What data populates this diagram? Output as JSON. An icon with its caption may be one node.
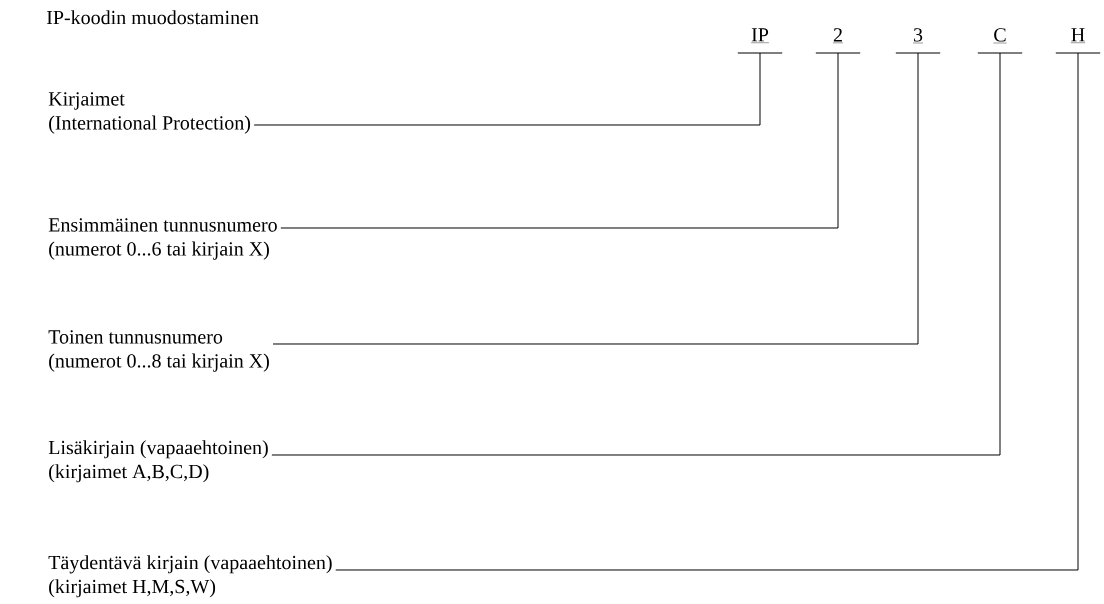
{
  "diagram": {
    "title": "IP-koodin muodostaminen",
    "nodes": [
      {
        "text": [
          "IP"
        ]
      },
      {
        "text": [
          "2"
        ]
      },
      {
        "text": [
          "3"
        ]
      },
      {
        "text": [
          "C"
        ]
      },
      {
        "text": [
          "H"
        ]
      },
      {
        "text": [
          "Kirjaimet",
          "(International Protection)"
        ]
      },
      {
        "text": [
          "Ensimmäinen tunnusnumero",
          "(numerot 0...6 tai kirjain X)"
        ]
      },
      {
        "text": [
          "Toinen tunnusnumero",
          "(numerot 0...8 tai kirjain X)"
        ]
      },
      {
        "text": [
          "Lisäkirjain (vapaaehtoinen)",
          "(kirjaimet A,B,C,D)"
        ]
      },
      {
        "text": [
          "Täydentävä kirjain (vapaaehtoinen)",
          "(kirjaimet H,M,S,W)"
        ]
      }
    ],
    "edges": [
      {
        "from": 5,
        "to": 0,
        "arrow": "none"
      },
      {
        "from": 6,
        "to": 1,
        "arrow": "none"
      },
      {
        "from": 7,
        "to": 2,
        "arrow": "none"
      },
      {
        "from": 8,
        "to": 3,
        "arrow": "none"
      },
      {
        "from": 9,
        "to": 4,
        "arrow": "none"
      }
    ]
  }
}
